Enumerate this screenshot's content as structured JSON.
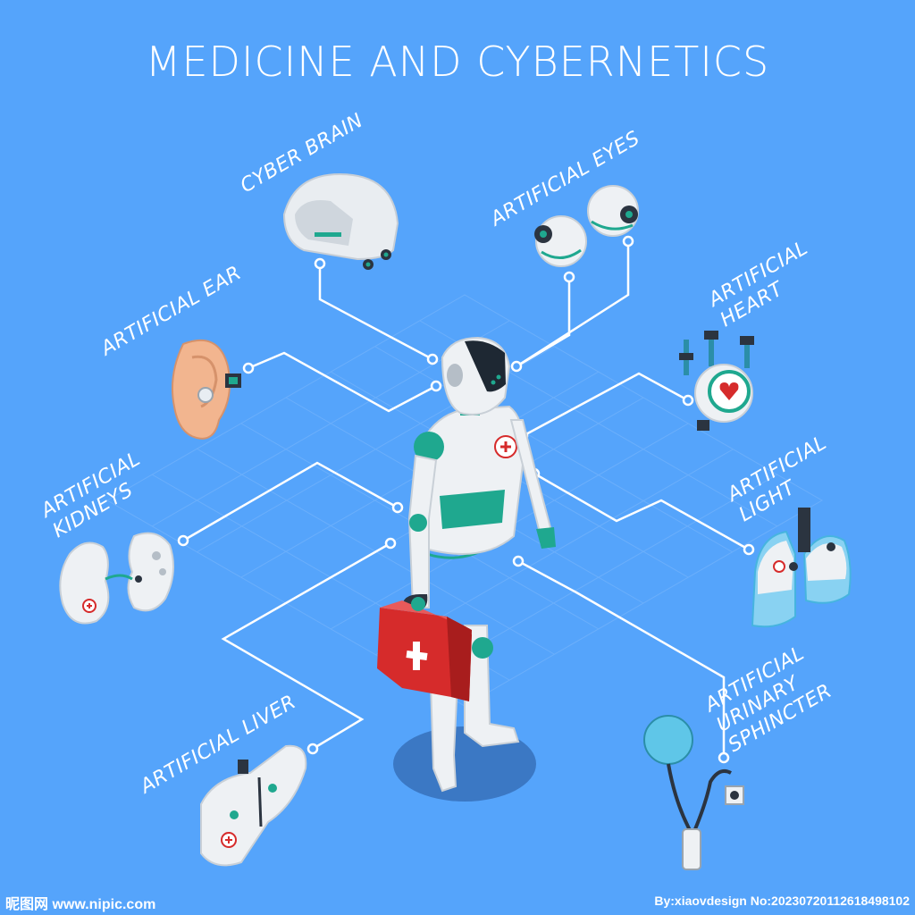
{
  "title": "MEDICINE AND CYBERNETICS",
  "labels": {
    "cyber_brain": "CYBER BRAIN",
    "artificial_eyes": "ARTIFICIAL EYES",
    "artificial_ear": "ARTIFICIAL EAR",
    "artificial_heart_1": "ARTIFICIAL",
    "artificial_heart_2": "HEART",
    "artificial_kidneys_1": "ARTIFICIAL",
    "artificial_kidneys_2": "KIDNEYS",
    "artificial_light_1": "ARTIFICIAL",
    "artificial_light_2": "LIGHT",
    "artificial_liver": "ARTIFICIAL LIVER",
    "sphincter_1": "ARTIFICIAL",
    "sphincter_2": "URINARY",
    "sphincter_3": "SPHINCTER"
  },
  "footer": {
    "left": "昵图网 www.nipic.com",
    "right": "By:xiaovdesign No:20230720112618498102"
  },
  "colors": {
    "background": "#55a4fb",
    "teal": "#1fa88f",
    "white": "#f4f6f8",
    "red": "#d62b2b",
    "skin": "#f2b58f"
  }
}
